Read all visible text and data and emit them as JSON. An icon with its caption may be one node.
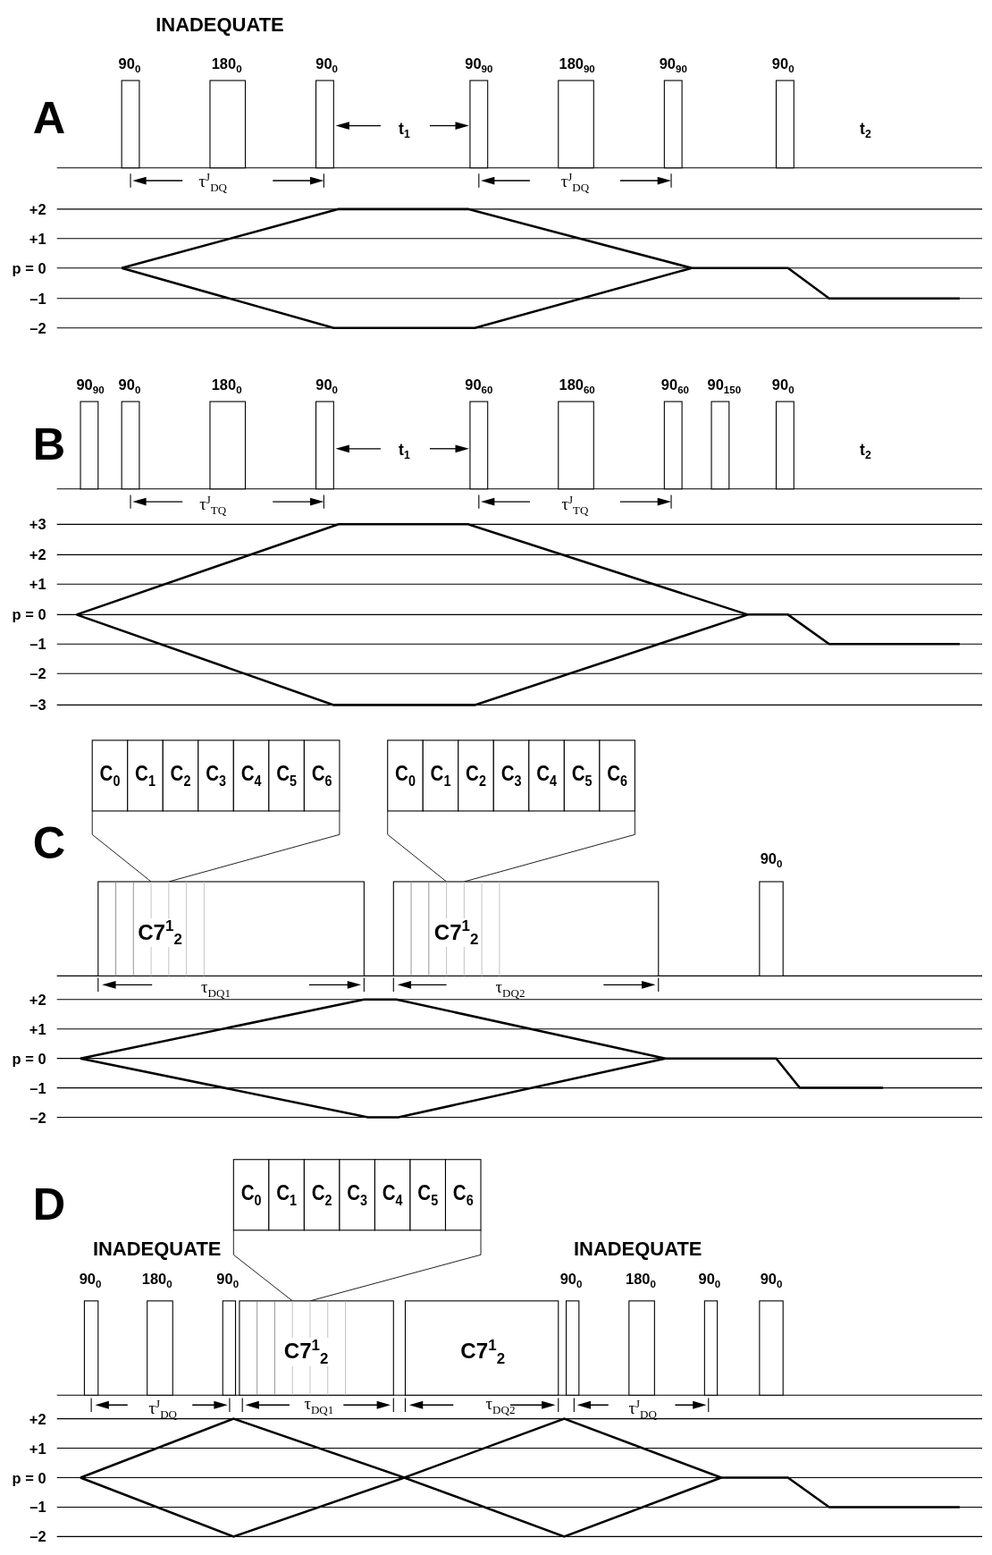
{
  "diagram": {
    "labels": [
      "INADEQUATE",
      "90$_{0}$",
      "180$_{0}$",
      "90$_{0}$",
      "90$_{90}$",
      "180$_{90}$",
      "90$_{90}$",
      "90$_{0}$",
      "A",
      "t$_{1}$",
      "t$_{2}$",
      "τ$^{J}$$_{DQ}$",
      "τ$^{J}$$_{DQ}$",
      "+2",
      "+1",
      "p = 0",
      "–1",
      "–2",
      "90$_{90}$",
      "90$_{0}$",
      "180$_{0}$",
      "90$_{0}$",
      "90$_{60}$",
      "180$_{60}$",
      "90$_{60}$",
      "90$_{150}$",
      "90$_{0}$",
      "B",
      "t$_{1}$",
      "t$_{2}$",
      "τ$^{J}$$_{TQ}$",
      "τ$^{J}$$_{TQ}$",
      "+3",
      "+2",
      "+1",
      "p = 0",
      "–1",
      "–2",
      "–3",
      "C$_{0}$",
      "C$_{1}$",
      "C$_{2}$",
      "C$_{3}$",
      "C$_{4}$",
      "C$_{5}$",
      "C$_{6}$",
      "C$_{0}$",
      "C$_{1}$",
      "C$_{2}$",
      "C$_{3}$",
      "C$_{4}$",
      "C$_{5}$",
      "C$_{6}$",
      "C",
      "90$_{0}$",
      "C7$^{1}$$_{2}$",
      "C7$^{1}$$_{2}$",
      "τ$_{DQ1}$",
      "τ$_{DQ2}$",
      "+2",
      "+1",
      "p = 0",
      "–1",
      "–2",
      "C$_{0}$",
      "C$_{1}$",
      "C$_{2}$",
      "C$_{3}$",
      "C$_{4}$",
      "C$_{5}$",
      "C$_{6}$",
      "D",
      "INADEQUATE",
      "INADEQUATE",
      "90$_{0}$",
      "180$_{0}$",
      "90$_{0}$",
      "90$_{0}$",
      "180$_{0}$",
      "90$_{0}$",
      "90$_{0}$",
      "C7$^{1}$$_{2}$",
      "C7$^{1}$$_{2}$",
      "τ$^{J}$$_{DQ}$",
      "τ$_{DQ1}$",
      "τ$_{DQ2}$",
      "τ$^{J}$$_{DQ}$",
      "+2",
      "+1",
      "p = 0",
      "–1",
      "–2"
    ]
  }
}
